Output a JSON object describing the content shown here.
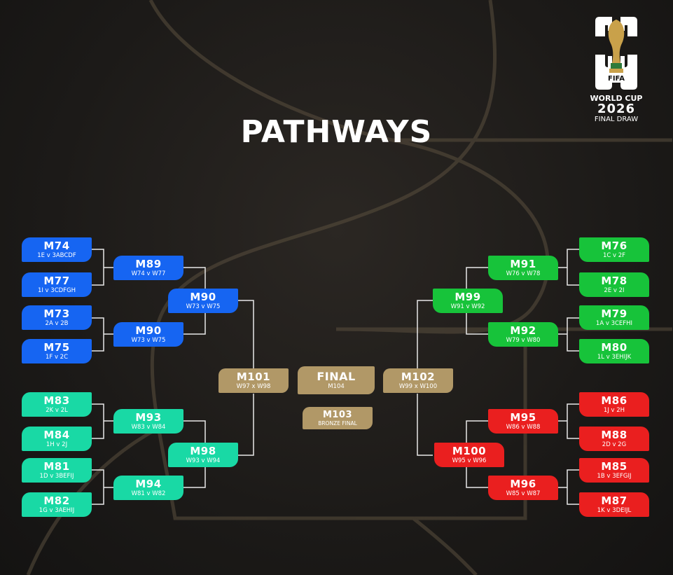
{
  "title": "PATHWAYS",
  "logo": {
    "fifa": "FIFA",
    "line1": "WORLD CUP",
    "line2": "2026",
    "line3": "FINAL DRAW"
  },
  "colors": {
    "blue": "#1665f2",
    "teal": "#19d9a5",
    "green": "#17c33a",
    "red": "#ea1f1f",
    "gold": "#b19867",
    "line": "#e8e8e8"
  },
  "matches": {
    "m74": {
      "code": "M74",
      "sub": "1E v 3ABCDF"
    },
    "m77": {
      "code": "M77",
      "sub": "1I v 3CDFGH"
    },
    "m73": {
      "code": "M73",
      "sub": "2A v 2B"
    },
    "m75": {
      "code": "M75",
      "sub": "1F v 2C"
    },
    "m89": {
      "code": "M89",
      "sub": "W74 v W77"
    },
    "m90a": {
      "code": "M90",
      "sub": "W73 v W75"
    },
    "m90b": {
      "code": "M90",
      "sub": "W73 v W75"
    },
    "m83": {
      "code": "M83",
      "sub": "2K v 2L"
    },
    "m84": {
      "code": "M84",
      "sub": "1H v 2J"
    },
    "m81": {
      "code": "M81",
      "sub": "1D v 3BEFIJ"
    },
    "m82": {
      "code": "M82",
      "sub": "1G v 3AEHIJ"
    },
    "m93": {
      "code": "M93",
      "sub": "W83 v W84"
    },
    "m94": {
      "code": "M94",
      "sub": "W81 v W82"
    },
    "m98": {
      "code": "M98",
      "sub": "W93 v W94"
    },
    "m101": {
      "code": "M101",
      "sub": "W97 x W98"
    },
    "final": {
      "code": "FINAL",
      "sub": "M104"
    },
    "m103": {
      "code": "M103",
      "sub": "BRONZE FINAL"
    },
    "m102": {
      "code": "M102",
      "sub": "W99 x W100"
    },
    "m76": {
      "code": "M76",
      "sub": "1C v 2F"
    },
    "m78": {
      "code": "M78",
      "sub": "2E v 2I"
    },
    "m79": {
      "code": "M79",
      "sub": "1A v 3CEFHI"
    },
    "m80": {
      "code": "M80",
      "sub": "1L v 3EHIJK"
    },
    "m91": {
      "code": "M91",
      "sub": "W76 v W78"
    },
    "m92": {
      "code": "M92",
      "sub": "W79 v W80"
    },
    "m99": {
      "code": "M99",
      "sub": "W91 v W92"
    },
    "m86": {
      "code": "M86",
      "sub": "1J v 2H"
    },
    "m88": {
      "code": "M88",
      "sub": "2D v 2G"
    },
    "m85": {
      "code": "M85",
      "sub": "1B v 3EFGIJ"
    },
    "m87": {
      "code": "M87",
      "sub": "1K v 3DEIJL"
    },
    "m95": {
      "code": "M95",
      "sub": "W86 v W88"
    },
    "m96": {
      "code": "M96",
      "sub": "W85 v W87"
    },
    "m100": {
      "code": "M100",
      "sub": "W95 v W96"
    }
  }
}
